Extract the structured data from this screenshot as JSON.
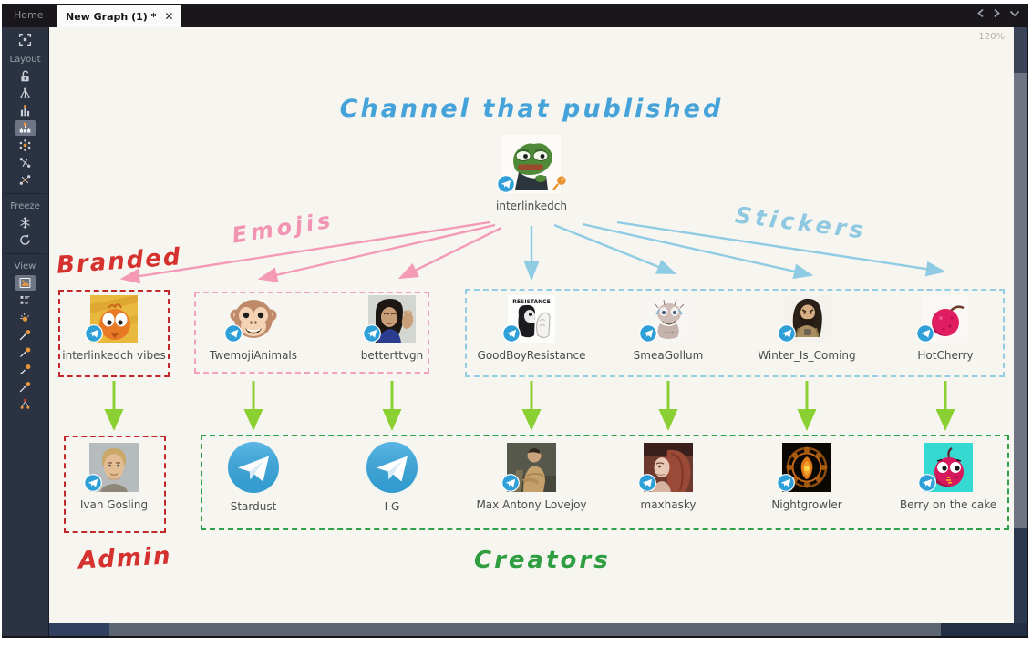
{
  "topbar": {
    "home": "Home",
    "tab_title": "New Graph (1) *",
    "close": "✕",
    "zoom_level": "120%"
  },
  "sidebar": {
    "layout_label": "Layout",
    "freeze_label": "Freeze",
    "view_label": "View"
  },
  "annotations": {
    "channel": "Channel that published",
    "emojis": "Emojis",
    "stickers": "Stickers",
    "branded": "Branded",
    "admin": "Admin",
    "creators": "Creators"
  },
  "graph": {
    "root": {
      "label": "interlinkedch"
    },
    "sticker_header": "RESISTANCE",
    "middle_row": [
      {
        "label": "interlinkedch vibes"
      },
      {
        "label": "TwemojiAnimals"
      },
      {
        "label": "betterttvgn"
      },
      {
        "label": "GoodBoyResistance"
      },
      {
        "label": "SmeaGollum"
      },
      {
        "label": "Winter_Is_Coming"
      },
      {
        "label": "HotCherry"
      }
    ],
    "bottom_row": [
      {
        "label": "Ivan Gosling"
      },
      {
        "label": "Stardust"
      },
      {
        "label": "I G"
      },
      {
        "label": "Max Antony Lovejoy"
      },
      {
        "label": "maxhasky"
      },
      {
        "label": "Nightgrowler"
      },
      {
        "label": "Berry on the cake"
      }
    ]
  },
  "colors": {
    "channel_blue": "#45a3d9",
    "sticker_blue": "#8ec9e1",
    "emoji_pink": "#f295b5",
    "branded_red": "#d5312e",
    "creators_green": "#2f9e41",
    "arrow_green": "#8bd032",
    "telegram_blue": "#37a8e0"
  }
}
